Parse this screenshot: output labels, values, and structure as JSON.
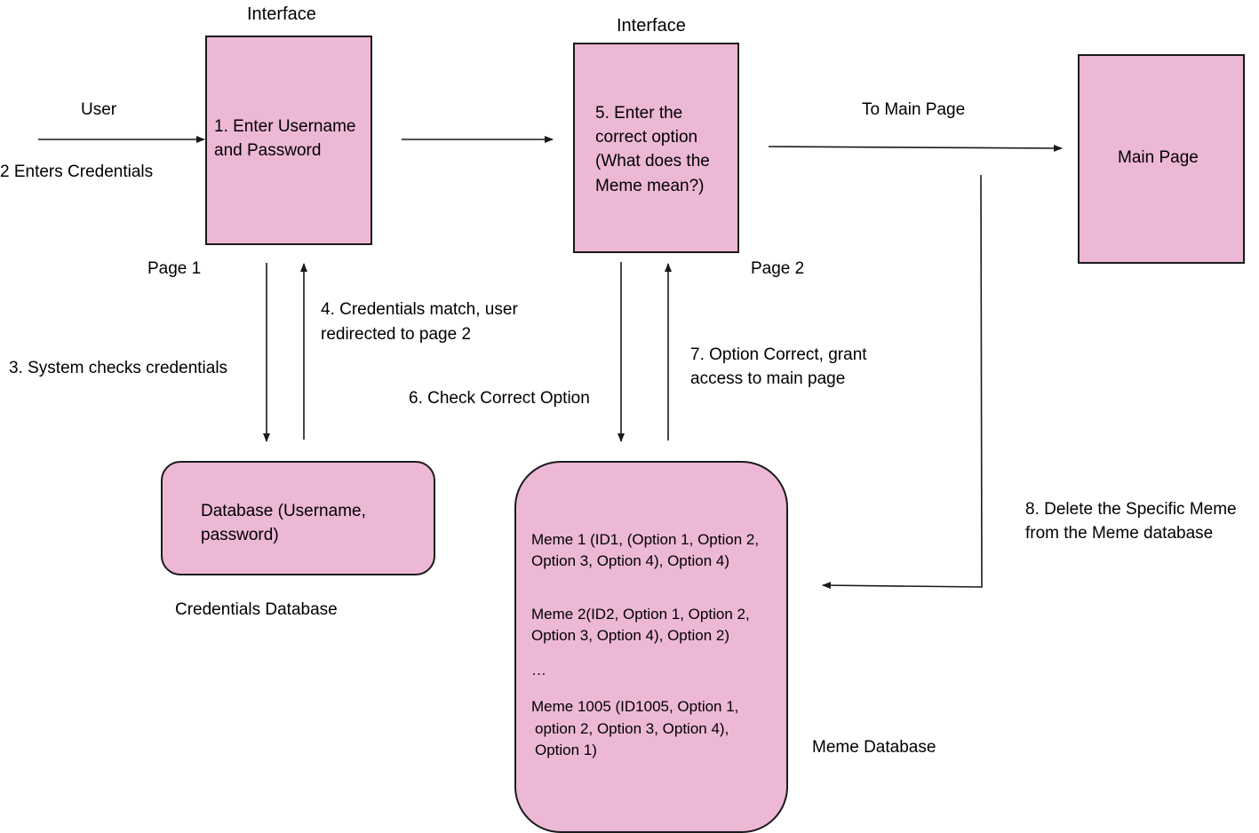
{
  "colors": {
    "box_fill": "#edb8d6",
    "stroke": "#1a1a1a"
  },
  "page1": {
    "header": "Interface",
    "box_line1": "1. Enter Username",
    "box_line2": "and Password",
    "caption": "Page 1"
  },
  "page2": {
    "header": "Interface",
    "box_line1": "5. Enter the",
    "box_line2": "correct option",
    "box_line3": "(What does the",
    "box_line4": "Meme mean?)",
    "caption": "Page 2"
  },
  "main_page": {
    "box_label": "Main Page"
  },
  "credentials_db": {
    "box_line1": "Database (Username,",
    "box_line2": "password)",
    "caption": "Credentials Database"
  },
  "meme_db": {
    "entry1_line1": "Meme 1 (ID1, (Option 1, Option 2,",
    "entry1_line2": "Option 3, Option 4), Option 4)",
    "entry2_line1": "Meme 2(ID2, Option 1, Option 2,",
    "entry2_line2": "Option 3, Option 4), Option 2)",
    "ellipsis": "…",
    "entry3_line1": "Meme 1005 (ID1005, Option 1,",
    "entry3_line2": "option 2, Option 3, Option 4),",
    "entry3_line3": "Option 1)",
    "caption": "Meme Database"
  },
  "edges": {
    "user": "User",
    "enters_credentials": "2 Enters Credentials",
    "system_checks_line1": "3. System checks credentials",
    "credentials_match_line1": "4. Credentials match, user",
    "credentials_match_line2": "redirected to page 2",
    "check_correct_option": "6. Check Correct Option",
    "option_correct_line1": "7. Option Correct, grant",
    "option_correct_line2": "access to main page",
    "to_main_page": "To Main Page",
    "delete_meme_line1": "8. Delete the Specific Meme",
    "delete_meme_line2": "from the Meme database"
  }
}
